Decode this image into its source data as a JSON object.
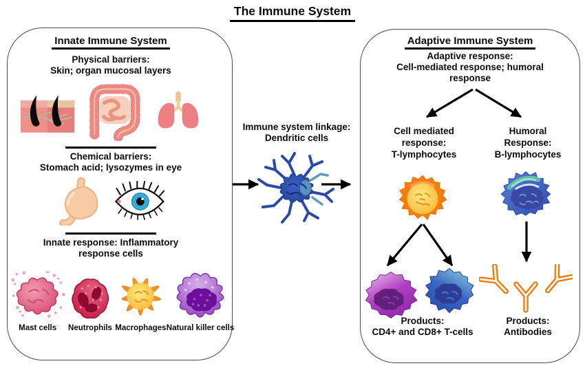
{
  "title": "The Immune System",
  "innate_box": {
    "header": "Innate Immune System",
    "physical_barriers": "Physical barriers:\nSkin; organ mucosal layers",
    "physical_icons": [
      "skin-icon",
      "intestine-icon",
      "lungs-icon"
    ],
    "chemical_barriers": "Chemical barriers:\nStomach acid; lysozymes in eye",
    "chemical_icons": [
      "stomach-icon",
      "eye-icon"
    ],
    "innate_response": "Innate response: Inflammatory\nresponse cells",
    "cells": [
      {
        "label": "Mast cells",
        "icon": "mast-cell-icon",
        "color": "#d84a72"
      },
      {
        "label": "Neutrophils",
        "icon": "neutrophil-icon",
        "color": "#c21845"
      },
      {
        "label": "Macrophages",
        "icon": "macrophage-icon",
        "color": "#f57e09"
      },
      {
        "label": "Natural killer cells",
        "icon": "nk-cell-icon",
        "color": "#9340bd"
      }
    ]
  },
  "linkage": {
    "label": "Immune system linkage:\nDendritic cells",
    "icon": "dendritic-cell-icon",
    "color": "#2d4fae"
  },
  "adaptive_box": {
    "header": "Adaptive Immune System",
    "adaptive_response": "Adaptive response:\nCell-mediated response; humoral\nresponse",
    "branches": {
      "cell_mediated": {
        "label": "Cell mediated\nresponse:\nT-lymphocytes",
        "icon": "t-lymphocyte-icon",
        "color": "#f87d10",
        "products": "Products:\nCD4+ and CD8+ T-cells",
        "product_icons": [
          "cd4-t-cell-icon",
          "cd8-t-cell-icon"
        ],
        "product_colors": [
          "#8e24aa",
          "#2a4fb0"
        ]
      },
      "humoral": {
        "label": "Humoral\nResponse:\nB-lymphocytes",
        "icon": "b-lymphocyte-icon",
        "color": "#3c63c4",
        "products": "Products:\nAntibodies",
        "product_icons": [
          "antibody-icon"
        ],
        "product_colors": [
          "#e87a12"
        ]
      }
    }
  },
  "palette": {
    "box_border": "#4a4a4a",
    "text": "#0a0a0a",
    "organ_pink": "#ee8888",
    "stomach": "#f8cba4",
    "eye_iris": "#3ab0dd",
    "antibody_orange": "#e87a12"
  }
}
